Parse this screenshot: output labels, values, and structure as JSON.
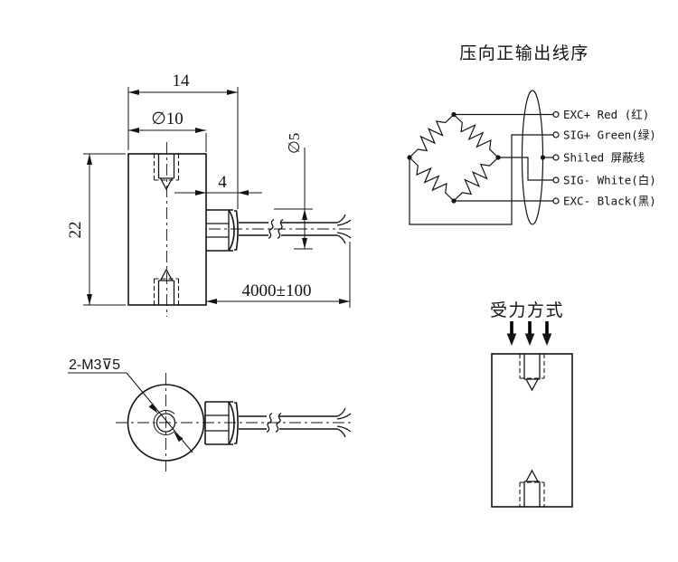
{
  "page": {
    "background": "#ffffff",
    "line_color": "#141414"
  },
  "front_view": {
    "dim_overall_width": "14",
    "dim_body_diameter": "∅10",
    "dim_gland_length": "4",
    "dim_body_height": "22",
    "dim_cable_diameter": "∅5",
    "dim_cable_length": "4000±100"
  },
  "top_view": {
    "thread_callout": "2-M3⊽5"
  },
  "wiring_diagram": {
    "title": "压向正输出线序",
    "terminals": [
      {
        "name": "EXC+",
        "label": "EXC+ Red  (红)"
      },
      {
        "name": "SIG+",
        "label": "SIG+ Green(绿)"
      },
      {
        "name": "SHIELD",
        "label": "Shiled  屏蔽线"
      },
      {
        "name": "SIG-",
        "label": "SIG- White(白)"
      },
      {
        "name": "EXC-",
        "label": "EXC- Black(黑)"
      }
    ]
  },
  "force_diagram": {
    "title": "受力方式"
  }
}
